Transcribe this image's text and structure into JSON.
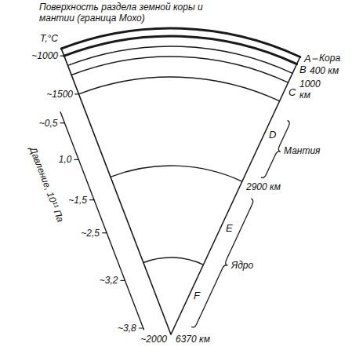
{
  "diagram": {
    "labels": [
      "Поверхность раздела земной коры и мантии (граница Мохо)",
      "T,°C",
      "~1000",
      "~1500",
      "~2000",
      "Давление, 10¹¹ Па",
      "~0,5",
      "1,0",
      "~1,5",
      "~2,5",
      "~3,2",
      "~3,8",
      "A",
      "Кора",
      "B",
      "400 км",
      "C",
      "1000 км",
      "Мантия",
      "D",
      "2900 км",
      "E",
      "Ядро",
      "F",
      "6370 км"
    ]
  }
}
